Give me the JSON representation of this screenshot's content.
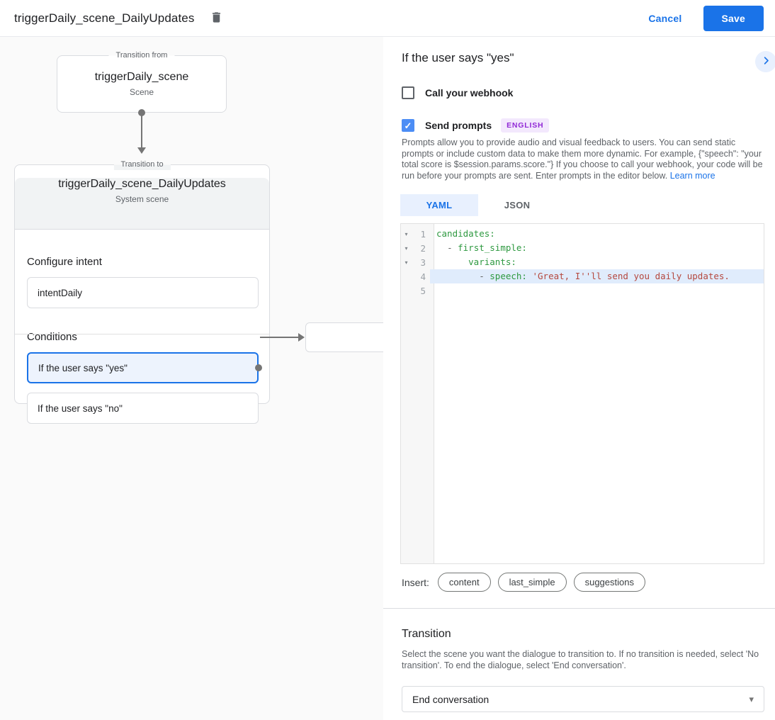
{
  "header": {
    "title": "triggerDaily_scene_DailyUpdates",
    "cancel_label": "Cancel",
    "save_label": "Save"
  },
  "canvas": {
    "transition_from": {
      "legend": "Transition from",
      "name": "triggerDaily_scene",
      "type": "Scene"
    },
    "transition_to": {
      "legend": "Transition to",
      "name": "triggerDaily_scene_DailyUpdates",
      "type": "System scene"
    },
    "configure_intent": {
      "label": "Configure intent",
      "value": "intentDaily"
    },
    "conditions": {
      "label": "Conditions",
      "items": [
        {
          "label": "If the user says \"yes\"",
          "selected": true
        },
        {
          "label": "If the user says \"no\"",
          "selected": false
        }
      ]
    }
  },
  "panel": {
    "title": "If the user says \"yes\"",
    "collapse_icon": "chevron-right",
    "webhook": {
      "label": "Call your webhook",
      "checked": false
    },
    "send_prompts": {
      "label": "Send prompts",
      "badge": "ENGLISH",
      "checked": true,
      "check_glyph": "✓"
    },
    "description": "Prompts allow you to provide audio and visual feedback to users. You can send static prompts or include custom data to make them more dynamic. For example, {\"speech\": \"your total score is $session.params.score.\"} If you choose to call your webhook, your code will be run before your prompts are sent. Enter prompts in the editor below.",
    "learn_more": "Learn more",
    "tabs": [
      {
        "label": "YAML",
        "active": true
      },
      {
        "label": "JSON",
        "active": false
      }
    ],
    "editor": {
      "fold_glyph": "▾",
      "lines": [
        {
          "n": "1",
          "fold": true,
          "hl": false,
          "tokens": [
            [
              "key",
              "candidates:"
            ]
          ]
        },
        {
          "n": "2",
          "fold": true,
          "hl": false,
          "tokens": [
            [
              "plain",
              "  "
            ],
            [
              "meta",
              "- "
            ],
            [
              "key",
              "first_simple:"
            ]
          ]
        },
        {
          "n": "3",
          "fold": true,
          "hl": false,
          "tokens": [
            [
              "plain",
              "      "
            ],
            [
              "key",
              "variants:"
            ]
          ]
        },
        {
          "n": "4",
          "fold": false,
          "hl": true,
          "tokens": [
            [
              "plain",
              "        "
            ],
            [
              "meta",
              "- "
            ],
            [
              "key",
              "speech: "
            ],
            [
              "string",
              "'Great, I''ll send you daily updates."
            ]
          ]
        },
        {
          "n": "5",
          "fold": false,
          "hl": false,
          "tokens": []
        }
      ]
    },
    "insert": {
      "label": "Insert:",
      "buttons": [
        "content",
        "last_simple",
        "suggestions"
      ]
    },
    "transition": {
      "heading": "Transition",
      "description": "Select the scene you want the dialogue to transition to. If no transition is needed, select 'No transition'. To end the dialogue, select 'End conversation'.",
      "selected_value": "End conversation",
      "caret_glyph": "▾"
    }
  }
}
